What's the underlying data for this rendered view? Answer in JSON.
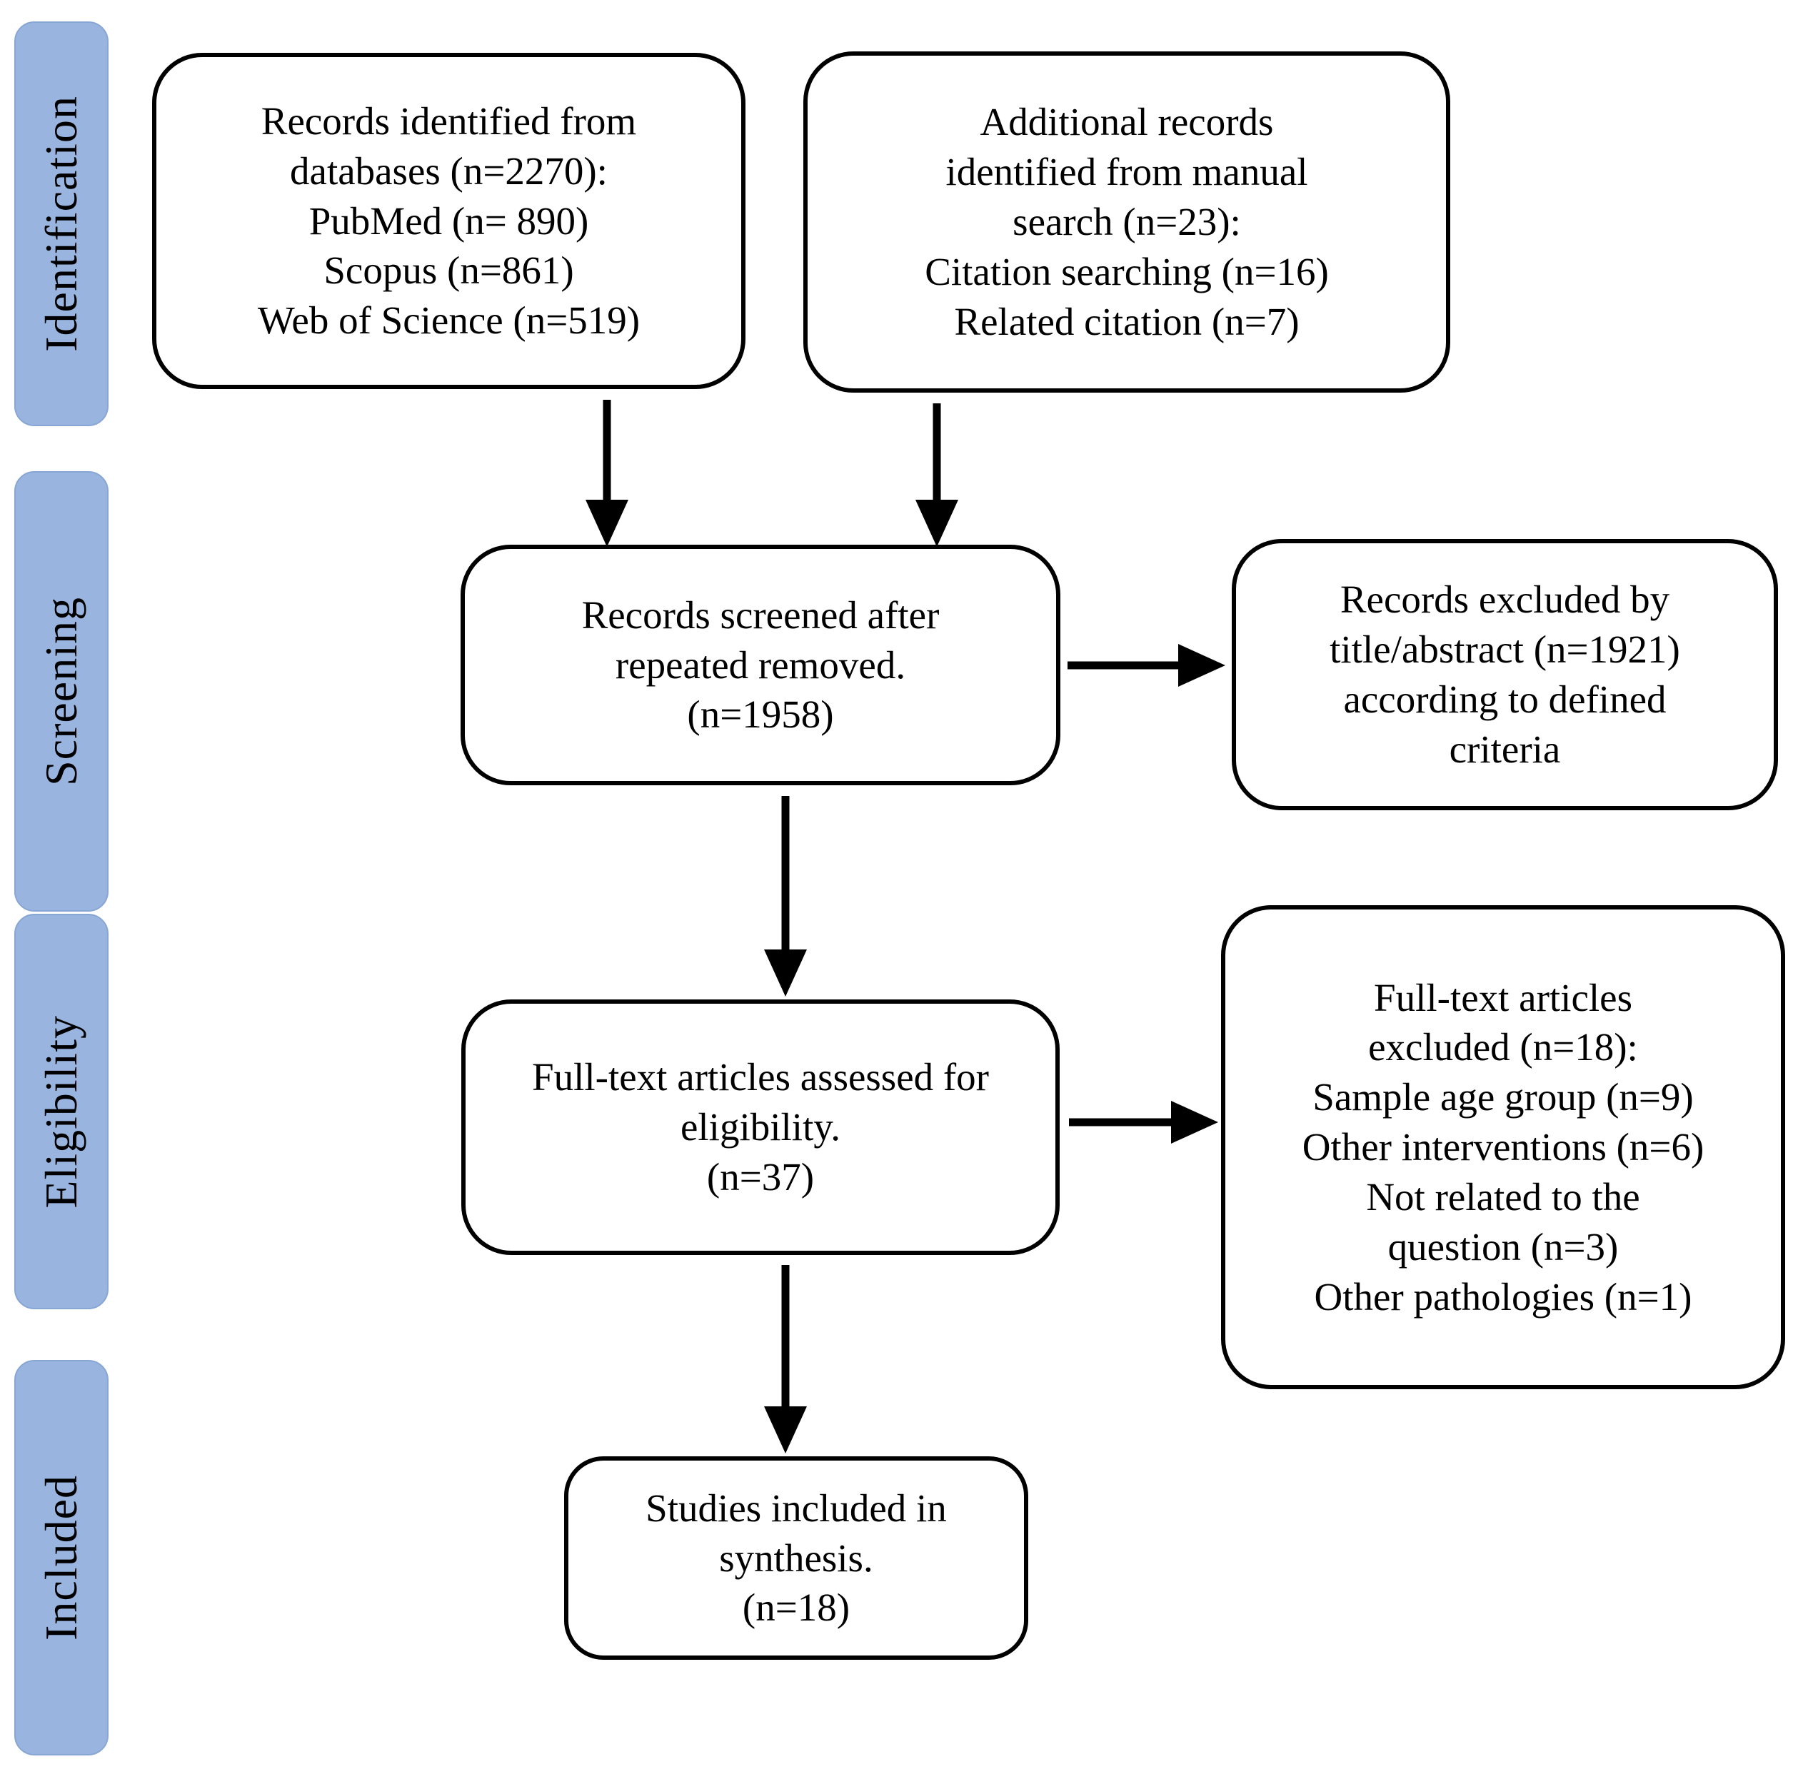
{
  "stages": [
    {
      "id": "identification",
      "label": "Identification"
    },
    {
      "id": "screening",
      "label": "Screening"
    },
    {
      "id": "eligibility",
      "label": "Eligibility"
    },
    {
      "id": "included",
      "label": "Included"
    }
  ],
  "boxes": [
    {
      "id": "records-identified",
      "text": "Records identified from\ndatabases (n=2270):\nPubMed (n= 890)\nScopus (n=861)\nWeb of Science (n=519)"
    },
    {
      "id": "additional-records",
      "text": "Additional records\nidentified from manual\nsearch (n=23):\nCitation searching (n=16)\nRelated citation (n=7)"
    },
    {
      "id": "records-screened",
      "text": "Records screened after\nrepeated removed.\n(n=1958)"
    },
    {
      "id": "records-excluded",
      "text": "Records excluded by\ntitle/abstract (n=1921)\naccording to defined\ncriteria"
    },
    {
      "id": "fulltext-assessed",
      "text": "Full-text articles assessed for\neligibility.\n(n=37)"
    },
    {
      "id": "fulltext-excluded",
      "text": "Full-text articles\nexcluded (n=18):\nSample age group (n=9)\nOther interventions (n=6)\nNot related to the\nquestion (n=3)\nOther pathologies (n=1)"
    },
    {
      "id": "studies-included",
      "text": "Studies included in\nsynthesis.\n(n=18)"
    }
  ],
  "colors": {
    "stage_fill": "#98B4DF",
    "stage_border": "#88A6D4",
    "box_border": "#000000",
    "arrow": "#000000",
    "background": "#FFFFFF"
  }
}
